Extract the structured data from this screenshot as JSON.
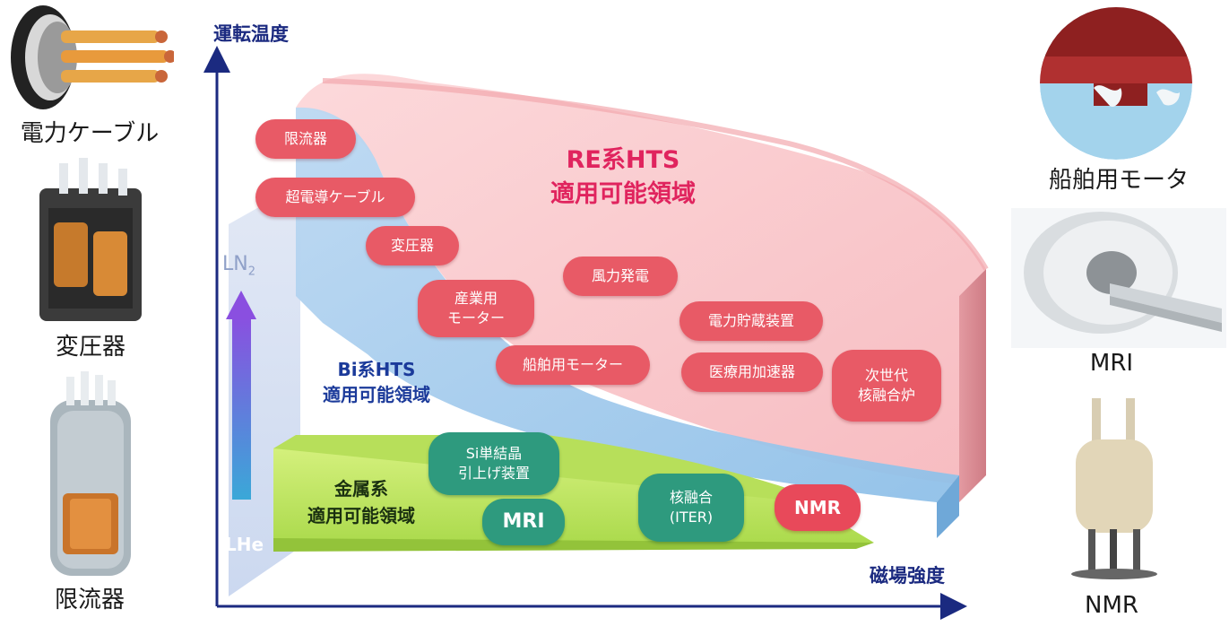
{
  "axes": {
    "y_label": "運転温度",
    "x_label": "磁場強度",
    "ln2_main": "LN",
    "ln2_sub": "2",
    "lhe": "LHe"
  },
  "regions": {
    "re": {
      "line1": "RE系HTS",
      "line2": "適用可能領域"
    },
    "bi": {
      "line1": "Bi系HTS",
      "line2": "適用可能領域"
    },
    "metal": {
      "line1": "金属系",
      "line2": "適用可能領域"
    }
  },
  "pills_red": {
    "fcl": "限流器",
    "cable": "超電導ケーブル",
    "transformer": "変圧器",
    "industrial_motor": "産業用\nモーター",
    "ship_motor": "船舶用モーター",
    "wind": "風力発電",
    "smes": "電力貯蔵装置",
    "medical_accel": "医療用加速器",
    "fusion": "次世代\n核融合炉",
    "nmr": "NMR"
  },
  "pills_green": {
    "si_puller": "Si単結晶\n引上げ装置",
    "mri": "MRI",
    "iter": "核融合\n(ITER)"
  },
  "left_apps": [
    "電力ケーブル",
    "変圧器",
    "限流器"
  ],
  "right_apps": [
    "船舶用モータ",
    "MRI",
    "NMR"
  ],
  "colors": {
    "axis": "#1b2a80",
    "re_region": "#f9c9cc",
    "bi_region": "#9fc6ea",
    "metal_region": "#c5e86a",
    "red_pill": "#e85a66",
    "green_pill": "#2e9a7e",
    "arrow": "#7a58e0"
  }
}
